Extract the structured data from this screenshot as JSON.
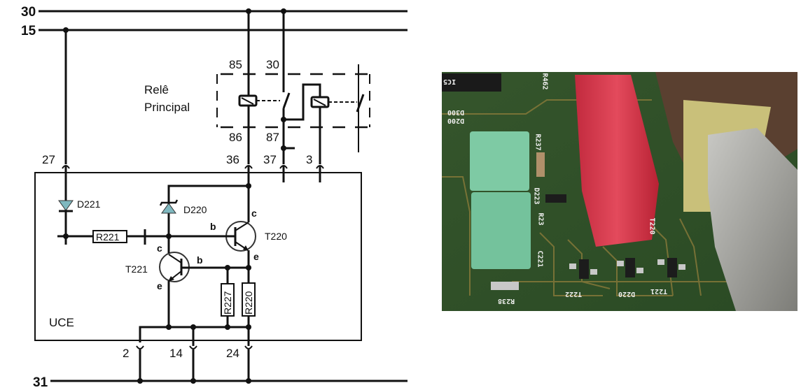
{
  "buses": {
    "b30": "30",
    "b15": "15",
    "b31": "31"
  },
  "relay": {
    "title_line1": "Relê",
    "title_line2": "Principal",
    "pin85": "85",
    "pin30": "30",
    "pin86": "86",
    "pin87": "87"
  },
  "connectors": {
    "c27": "27",
    "c36": "36",
    "c37": "37",
    "c3": "3",
    "c2": "2",
    "c14": "14",
    "c24": "24"
  },
  "module": {
    "name": "UCE"
  },
  "components": {
    "d221": "D221",
    "d220": "D220",
    "r221": "R221",
    "r227": "R227",
    "r220": "R220",
    "t220": "T220",
    "t221": "T221"
  },
  "terminals": {
    "collector": "c",
    "base": "b",
    "emitter": "e"
  },
  "photo": {
    "silkscreen": [
      "D300",
      "D200",
      "R237",
      "D223",
      "R23",
      "C221",
      "R238",
      "T222",
      "D220",
      "T221",
      "T220",
      "R462",
      "IC5"
    ]
  },
  "colors": {
    "wire": "#111111",
    "diode_fill": "#7fb8bf",
    "pcb_green": "#2f5a2a",
    "capacitor_red": "#d83a4c",
    "capacitor_green": "#79c7a3"
  }
}
